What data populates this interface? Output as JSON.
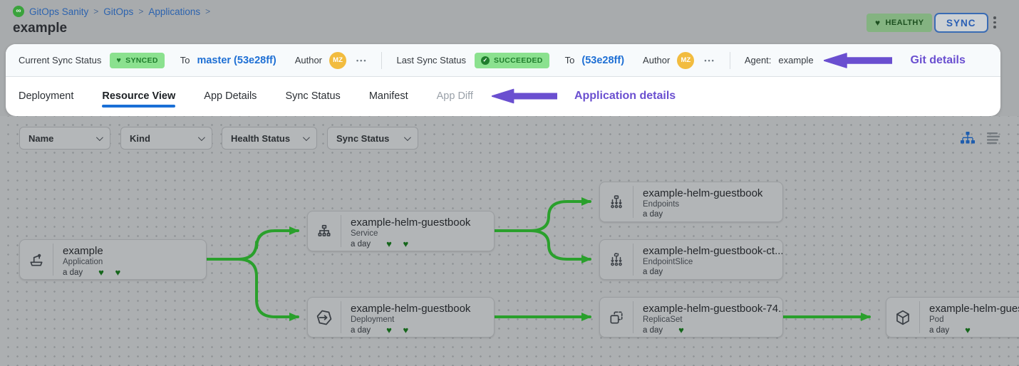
{
  "breadcrumb": {
    "separator": ">",
    "items": [
      "GitOps Sanity",
      "GitOps",
      "Applications"
    ]
  },
  "page_title": "example",
  "actions": {
    "health_badge": "HEALTHY",
    "sync_button": "SYNC"
  },
  "status_bar": {
    "current": {
      "label": "Current Sync Status",
      "badge": "SYNCED",
      "to": "To",
      "revision": "master (53e28ff)",
      "author": "Author",
      "initials": "MZ",
      "more": "•••"
    },
    "last": {
      "label": "Last Sync Status",
      "badge": "SUCCEEDED",
      "to": "To",
      "revision": "(53e28ff)",
      "author": "Author",
      "initials": "MZ",
      "more": "•••"
    },
    "agent_label": "Agent:",
    "agent_value": "example",
    "annotation": "Git details"
  },
  "tabs": {
    "items": [
      "Deployment",
      "Resource View",
      "App Details",
      "Sync Status",
      "Manifest",
      "App Diff"
    ],
    "active": "Resource View",
    "annotation": "Application details"
  },
  "filters": {
    "name": "Name",
    "kind": "Kind",
    "health": "Health Status",
    "sync": "Sync Status"
  },
  "nodes": [
    {
      "title": "example",
      "kind": "Application",
      "age": "a day",
      "hearts": "♥ ♥"
    },
    {
      "title": "example-helm-guestbook",
      "kind": "Service",
      "age": "a day",
      "hearts": "♥ ♥"
    },
    {
      "title": "example-helm-guestbook",
      "kind": "Endpoints",
      "age": "a day",
      "hearts": ""
    },
    {
      "title": "example-helm-guestbook-ct...",
      "kind": "EndpointSlice",
      "age": "a day",
      "hearts": ""
    },
    {
      "title": "example-helm-guestbook",
      "kind": "Deployment",
      "age": "a day",
      "hearts": "♥ ♥"
    },
    {
      "title": "example-helm-guestbook-74...",
      "kind": "ReplicaSet",
      "age": "a day",
      "hearts": "♥"
    },
    {
      "title": "example-helm-guest",
      "kind": "Pod",
      "age": "a day",
      "hearts": "♥"
    }
  ],
  "icons": {
    "logo": "gitops-logo ∞",
    "view_modes": [
      "tree-view-icon",
      "list-view-icon"
    ],
    "heart": "♥"
  },
  "colors": {
    "edge_green": "#2aa02c",
    "annotation_purple": "#6a4fd0",
    "badge_green_bg": "#8be18f",
    "badge_green_text": "#1f7d2c",
    "link_blue": "#1e6fd4",
    "avatar_orange": "#f2bc3f",
    "active_tab_blue": "#1a6fd6",
    "health_badge_bg": "#84b381"
  }
}
